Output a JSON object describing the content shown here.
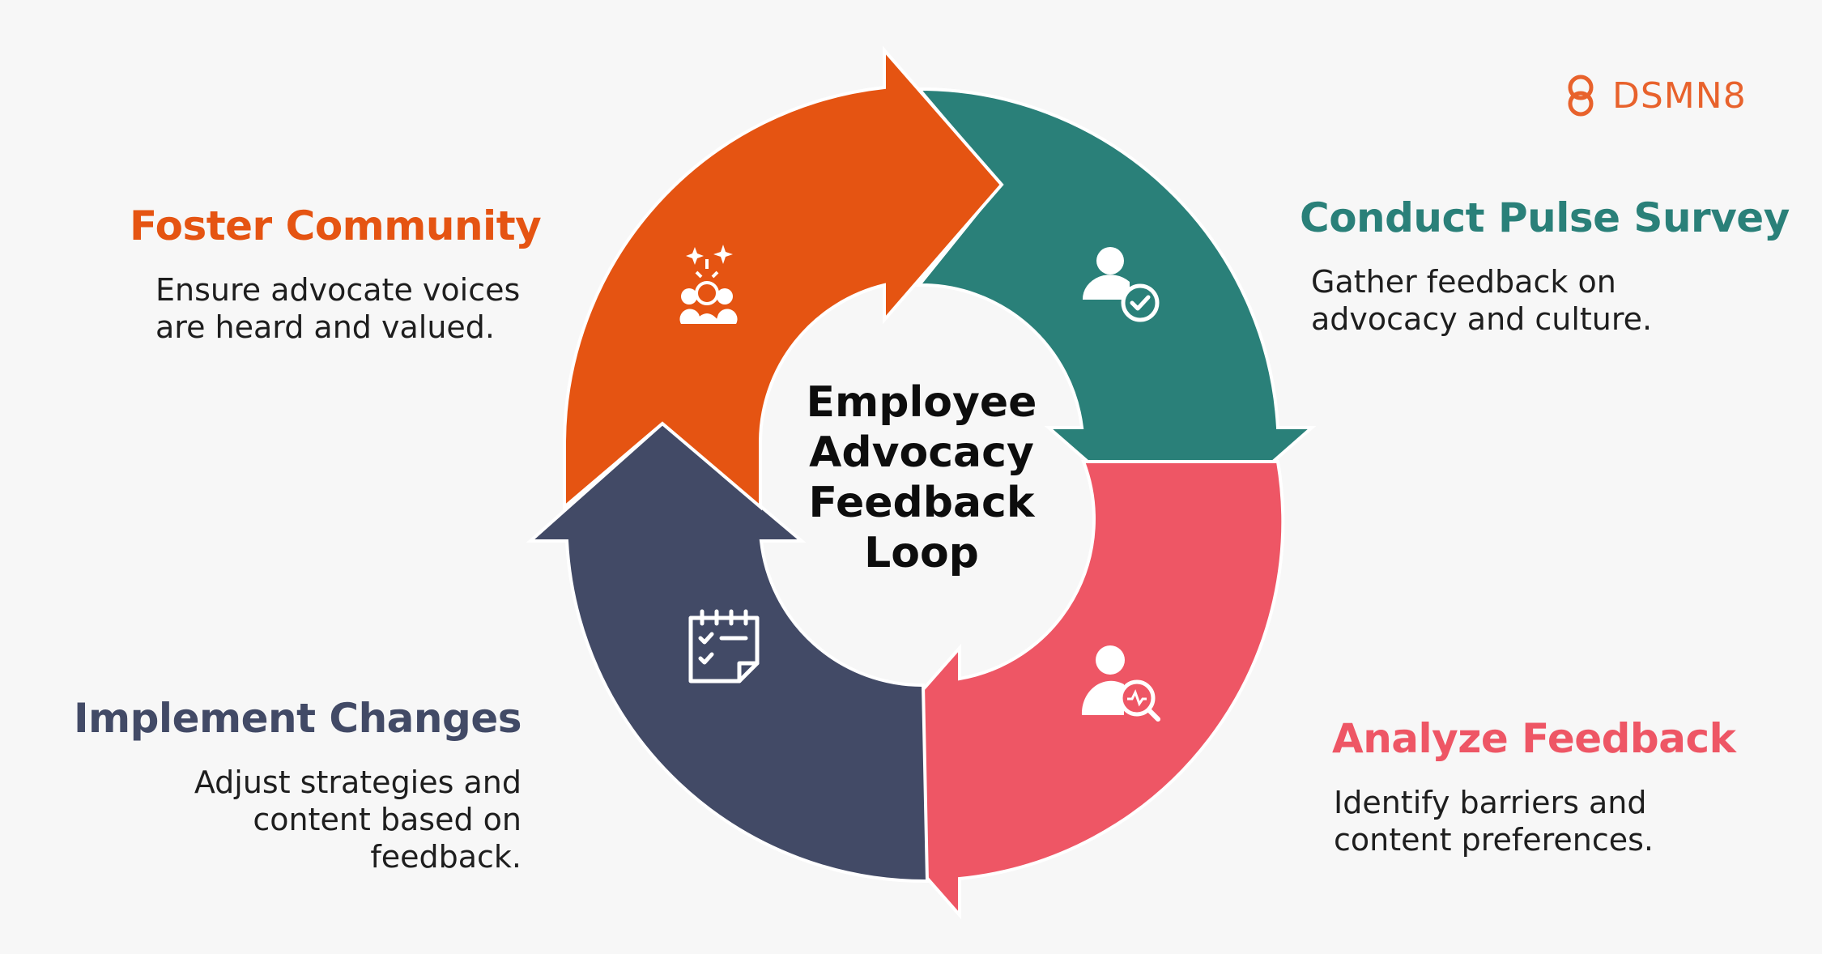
{
  "brand": {
    "name": "DSMN8",
    "color": "#e8622c"
  },
  "center": {
    "lines": [
      "Employee",
      "Advocacy",
      "Feedback",
      "Loop"
    ]
  },
  "steps": {
    "foster": {
      "title": "Foster Community",
      "desc": [
        "Ensure advocate voices",
        "are heard and valued."
      ],
      "color": "#e55412",
      "icon": "community-icon"
    },
    "pulse": {
      "title": "Conduct Pulse Survey",
      "desc": [
        "Gather feedback on",
        "advocacy and culture."
      ],
      "color": "#2a8079",
      "icon": "user-check-icon"
    },
    "analyze": {
      "title": "Analyze Feedback",
      "desc": [
        "Identify barriers and",
        "content preferences."
      ],
      "color": "#ee5665",
      "icon": "user-search-icon"
    },
    "implement": {
      "title": "Implement Changes",
      "desc": [
        "Adjust strategies and",
        "content based on",
        "feedback."
      ],
      "color": "#424a66",
      "icon": "checklist-icon"
    }
  }
}
